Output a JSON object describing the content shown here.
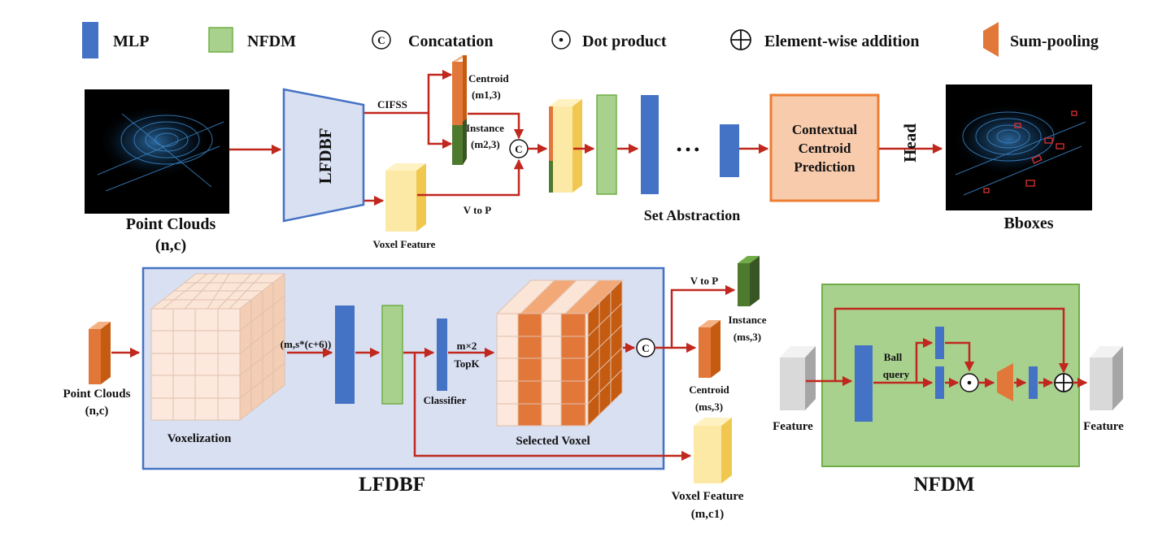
{
  "legend": {
    "mlp": "MLP",
    "nfdm": "NFDM",
    "concat_symbol": "C",
    "concat": "Concatation",
    "dot": "Dot product",
    "add": "Element-wise addition",
    "sum": "Sum-pooling"
  },
  "colors": {
    "mlp": "#4472c4",
    "nfdm": "#a9d18e",
    "arrow": "#c0281e",
    "orange": "#e2773a",
    "green_dark": "#4e7a2e",
    "voxel_yellow": "#fde9a6",
    "lfdbf_panel": "#d9e0f2",
    "lfdbf_border": "#4472c4",
    "ccp_fill": "#f8cbad",
    "ccp_border": "#ed7d31"
  },
  "top": {
    "point_clouds": "Point Clouds",
    "point_clouds_dims": "(n,c)",
    "lfdbf_block": "LFDBF",
    "cifss": "CIFSS",
    "centroid": "Centroid",
    "centroid_dims": "(m1,3)",
    "instance": "Instance",
    "instance_dims": "(m2,3)",
    "voxel_feature": "Voxel Feature",
    "v_to_p": "V to P",
    "ellipsis": "• • •",
    "set_abstraction": "Set Abstraction",
    "ccp_line1": "Contextual",
    "ccp_line2": "Centroid",
    "ccp_line3": "Prediction",
    "head": "Head",
    "bboxes": "Bboxes"
  },
  "lfdbf": {
    "title": "LFDBF",
    "point_clouds": "Point Clouds",
    "point_clouds_dims": "(n,c)",
    "dims_label": "(m,s*(c+6))",
    "voxelization": "Voxelization",
    "classifier": "Classifier",
    "m2": "m×2",
    "topk": "TopK",
    "selected_voxel": "Selected Voxel",
    "v_to_p": "V to P",
    "instance": "Instance",
    "instance_dims": "(ms,3)",
    "centroid": "Centroid",
    "centroid_dims": "(ms,3)",
    "voxel_feature": "Voxel Feature",
    "voxel_feature_dims": "(m,c1)"
  },
  "nfdm": {
    "title": "NFDM",
    "feature_in": "Feature",
    "feature_out": "Feature",
    "ball_query_1": "Ball",
    "ball_query_2": "query"
  }
}
